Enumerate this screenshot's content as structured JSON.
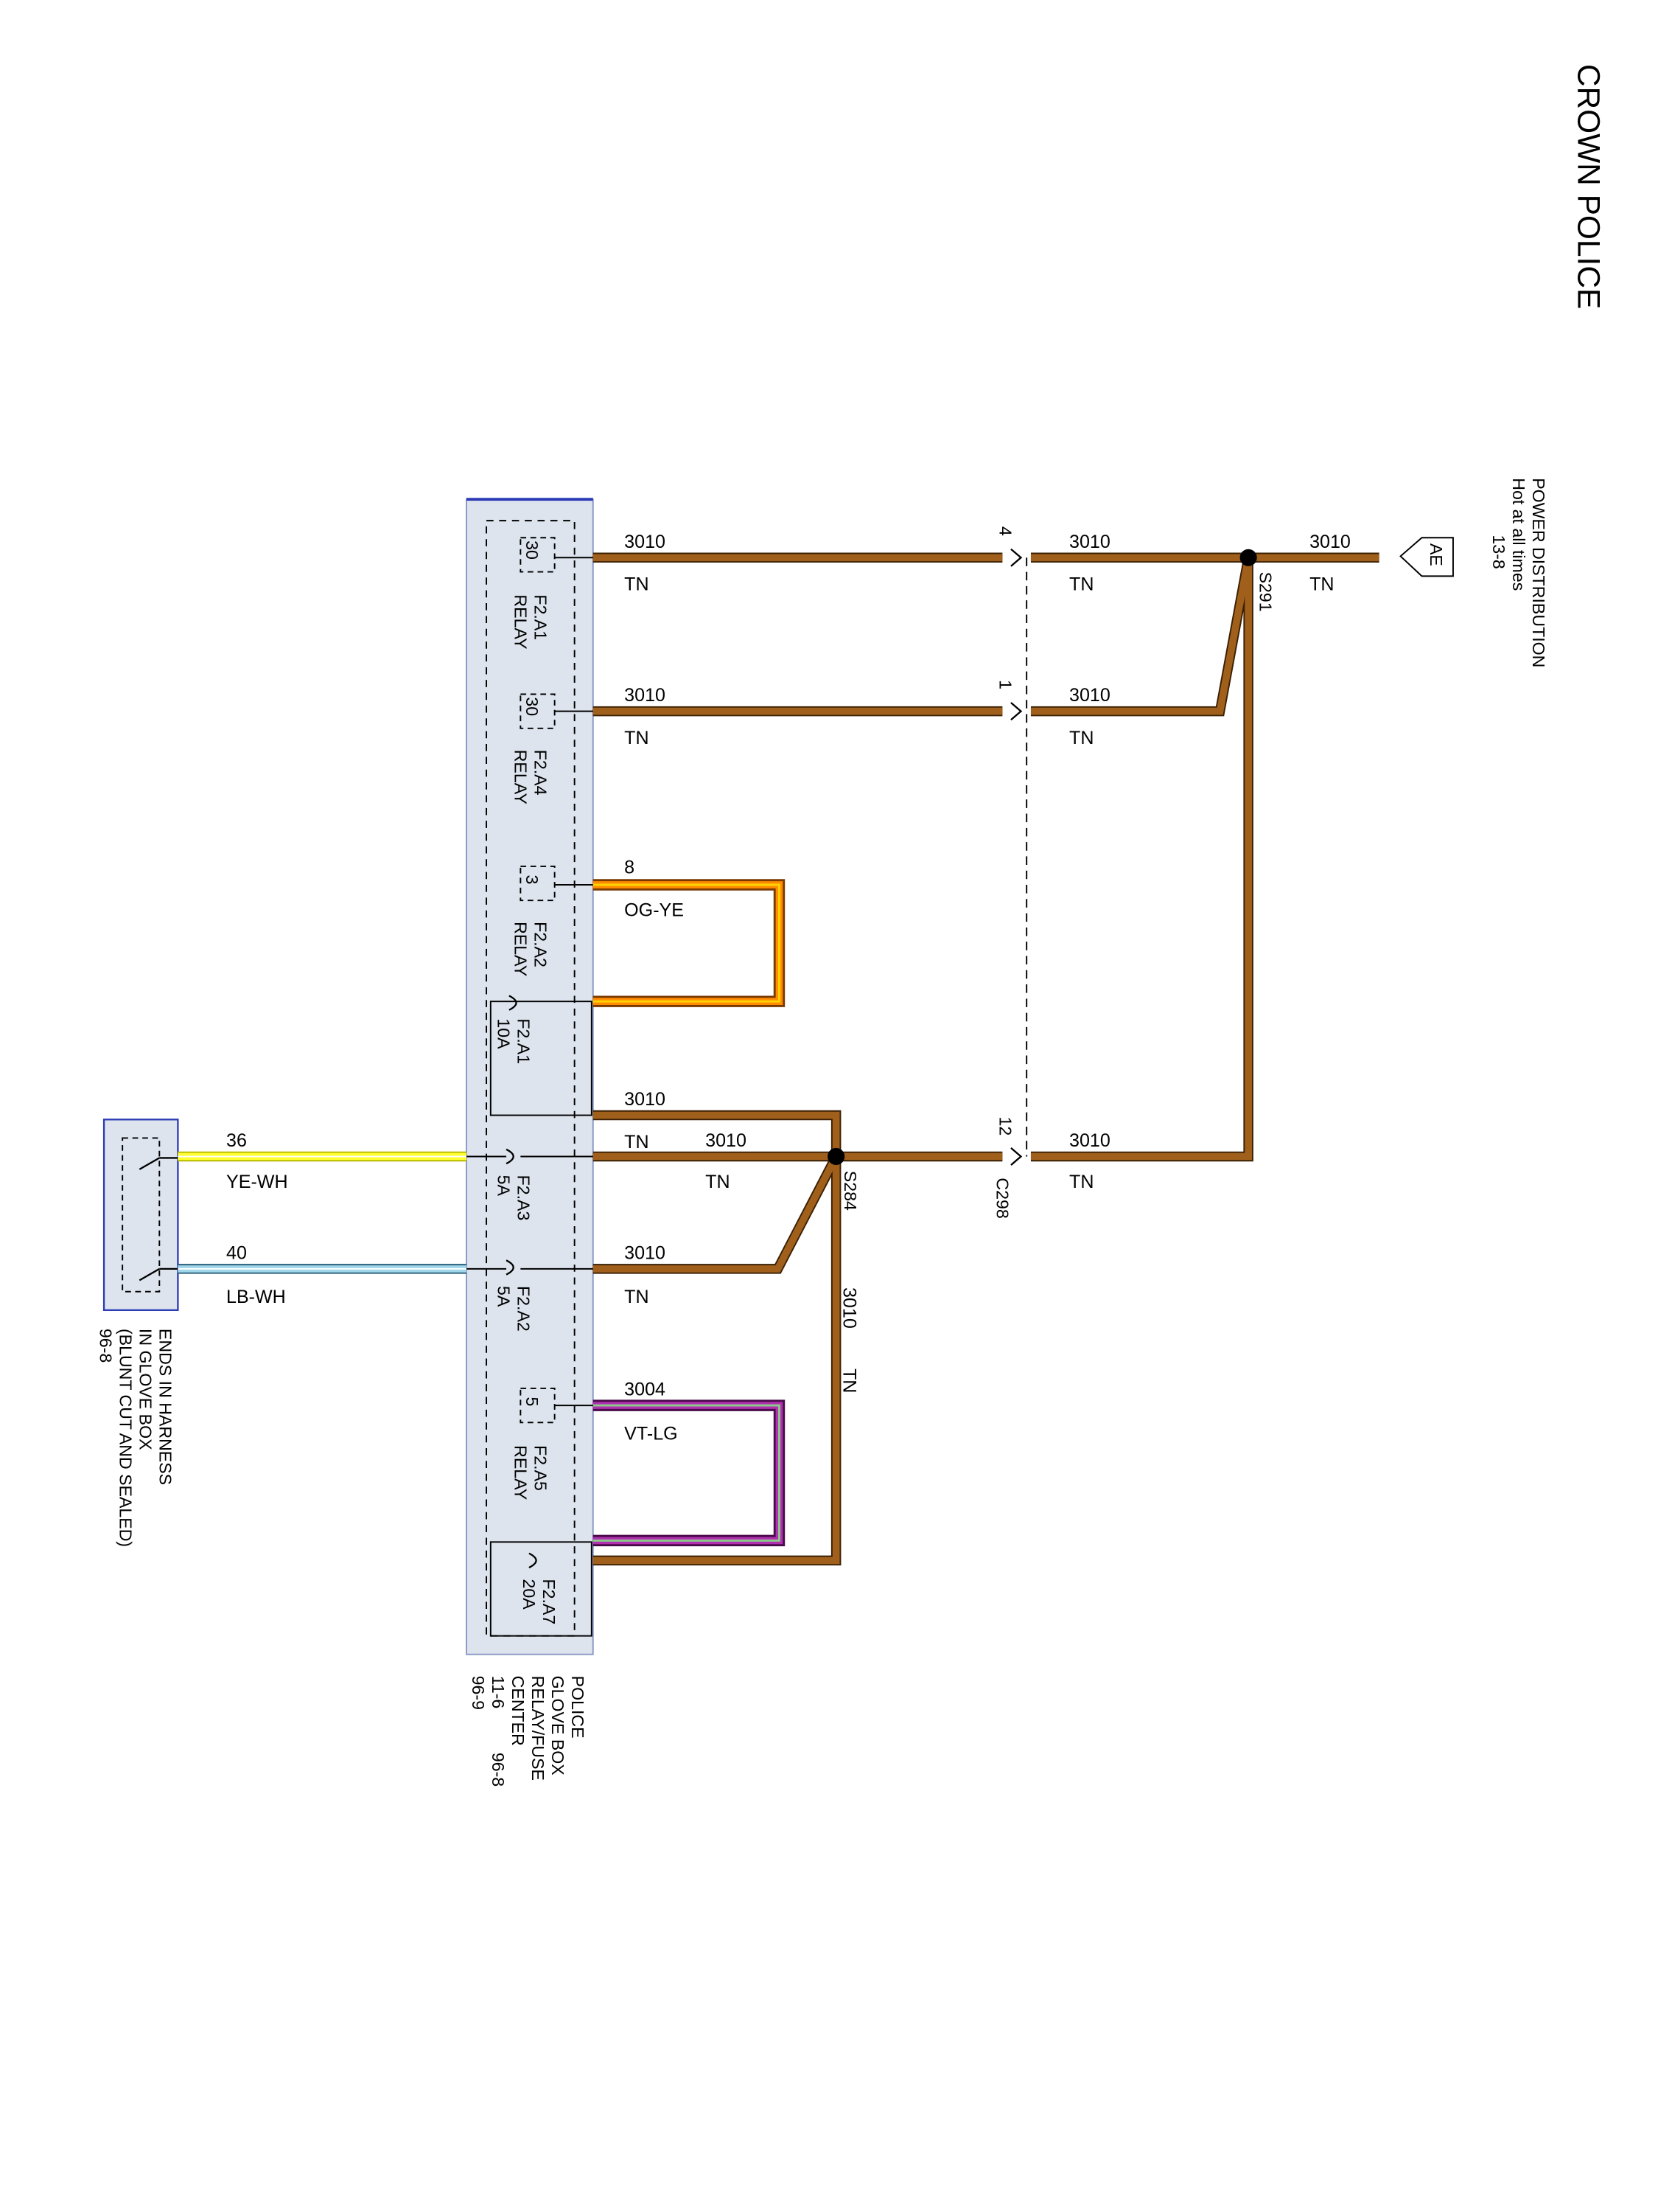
{
  "header": {
    "title": "CROWN POLICE"
  },
  "power": {
    "line1": "POWER DISTRIBUTION",
    "line2": "Hot at all times",
    "line3": "13-8",
    "terminal": "AE"
  },
  "splices": {
    "s291": "S291",
    "s284": "S284"
  },
  "connector": {
    "name": "C298",
    "pins": [
      "4",
      "1",
      "12"
    ]
  },
  "relay_center": {
    "lines": [
      "POLICE",
      "GLOVE BOX",
      "RELAY/FUSE",
      "CENTER"
    ],
    "refs": [
      "11-6",
      "96-8",
      "96-9"
    ],
    "relays": [
      {
        "id": "F2.A1",
        "type": "RELAY",
        "pin": "30"
      },
      {
        "id": "F2.A4",
        "type": "RELAY",
        "pin": "30"
      },
      {
        "id": "F2.A2",
        "type": "RELAY",
        "pin": "3"
      },
      {
        "id": "F2.A5",
        "type": "RELAY",
        "pin": "5"
      }
    ],
    "fuses": [
      {
        "id": "F2.A1",
        "rating": "10A"
      },
      {
        "id": "F2.A3",
        "rating": "5A"
      },
      {
        "id": "F2.A2",
        "rating": "5A"
      },
      {
        "id": "F2.A7",
        "rating": "20A"
      }
    ]
  },
  "harness": {
    "lines": [
      "ENDS IN HARNESS",
      "IN GLOVE BOX",
      "(BLUNT CUT AND SEALED)",
      "96-8"
    ]
  },
  "wires": {
    "c3010": "3010",
    "tn": "TN",
    "c8": "8",
    "ogye": "OG-YE",
    "c36": "36",
    "yewh": "YE-WH",
    "c40": "40",
    "lbwh": "LB-WH",
    "c3004": "3004",
    "vtlg": "VT-LG"
  },
  "colors": {
    "tan": "#a0601c",
    "tan_dark": "#3a2004",
    "orange": "#ff8c00",
    "yellow": "#ffff33",
    "light_blue": "#9fd6ea",
    "violet": "#b030b0",
    "light_green": "#88cc88",
    "module_fill": "#dde4ee",
    "module_border": "#2b3ab5"
  }
}
